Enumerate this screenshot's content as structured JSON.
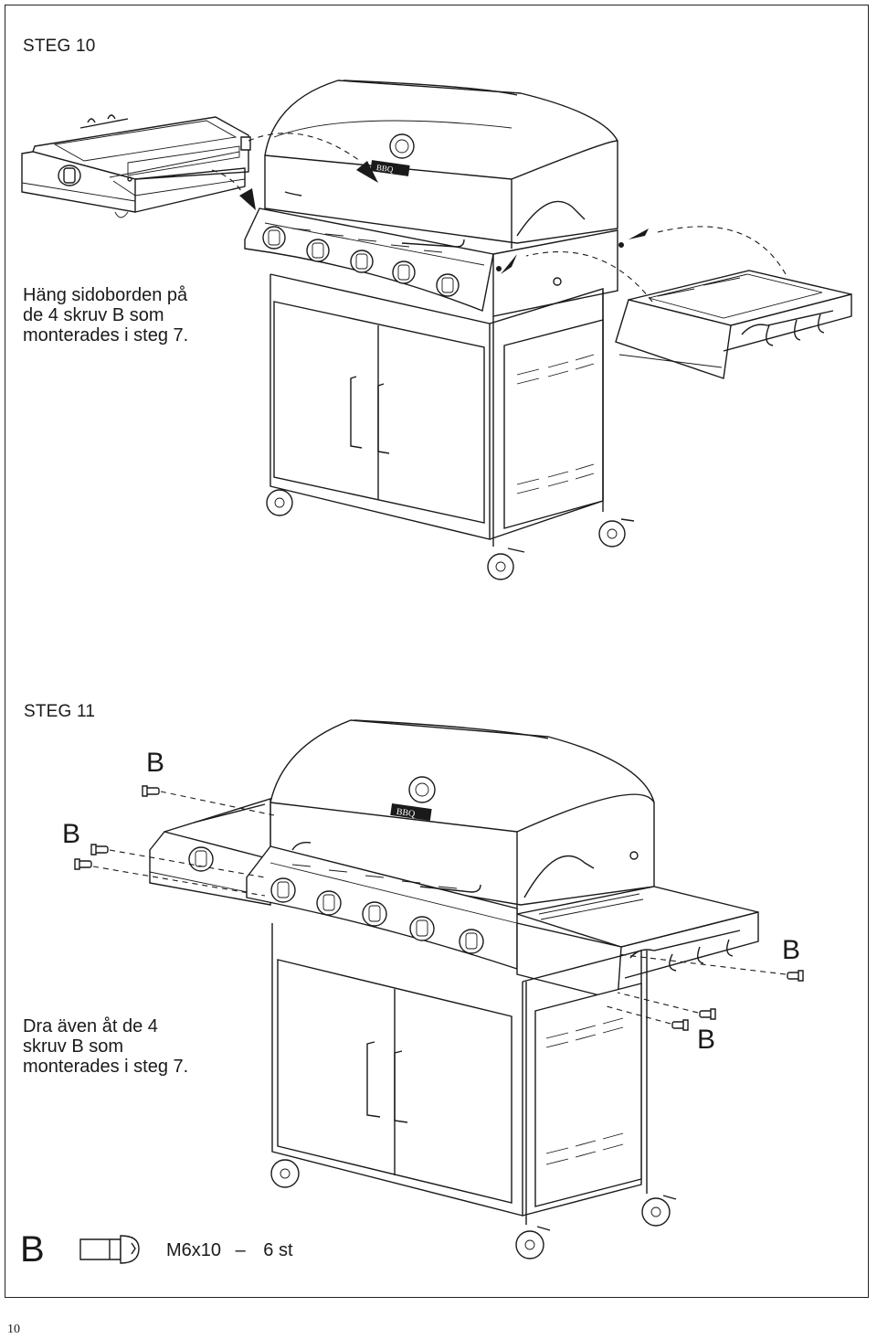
{
  "step10": {
    "title": "STEG 10",
    "caption": [
      "Häng sidoborden på",
      "de 4 skruv B som",
      "monterades i steg 7."
    ]
  },
  "step11": {
    "title": "STEG 11",
    "caption": [
      "Dra även åt  de  4",
      "skruv  B  som",
      "monterades i steg 7."
    ],
    "callouts": [
      "B",
      "B",
      "B",
      "B"
    ]
  },
  "legend": {
    "letter": "B",
    "part": "M6x10",
    "dash": "–",
    "quantity": "6 st"
  },
  "page_number": "10",
  "logo_text": "BBQ"
}
